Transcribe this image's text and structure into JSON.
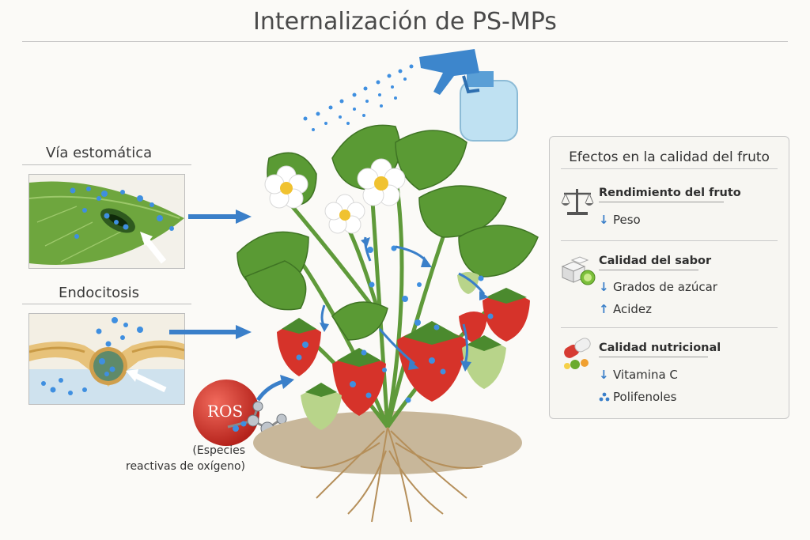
{
  "title": "Internalización de PS-MPs",
  "pathways": {
    "stomatal": "Vía estomática",
    "endocytosis": "Endocitosis"
  },
  "ros": {
    "label": "ROS",
    "caption_line1": "(Especies",
    "caption_line2": "reactivas de oxígeno)"
  },
  "effects": {
    "heading": "Efectos en la calidad del fruto",
    "sections": [
      {
        "title": "Rendimiento del fruto",
        "icon": "scale-icon",
        "items": [
          {
            "direction": "down",
            "label": "Peso"
          }
        ]
      },
      {
        "title": "Calidad del sabor",
        "icon": "sugar-lime-icon",
        "items": [
          {
            "direction": "down",
            "label": "Grados de azúcar"
          },
          {
            "direction": "up",
            "label": "Acidez"
          }
        ]
      },
      {
        "title": "Calidad nutricional",
        "icon": "capsule-icon",
        "items": [
          {
            "direction": "down",
            "label": "Vitamina C"
          },
          {
            "direction": "dots",
            "label": "Polifenoles"
          }
        ]
      }
    ]
  },
  "colors": {
    "particle": "#3f8fe0",
    "arrow": "#3a7fc9",
    "strawberry": "#d6332a",
    "leaf": "#4e8f2f"
  }
}
